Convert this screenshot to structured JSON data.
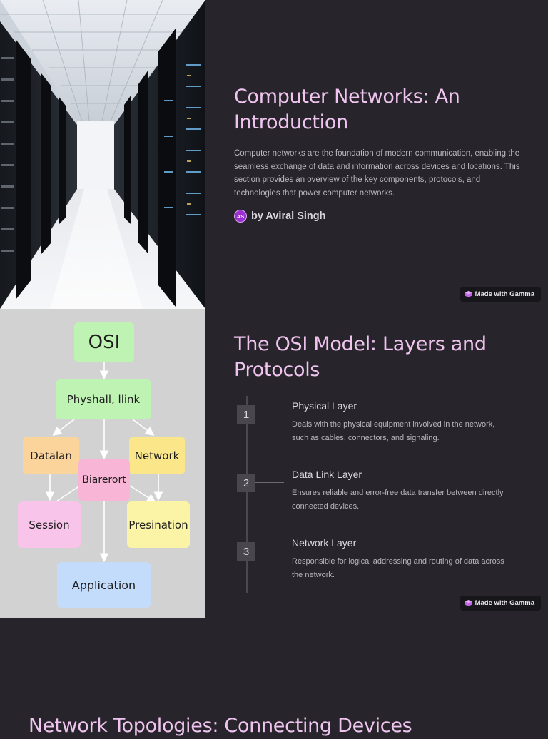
{
  "slide1": {
    "title": "Computer Networks: An Introduction",
    "intro": "Computer networks are the foundation of modern communication, enabling the seamless exchange of data and information across devices and locations. This section provides an overview of the key components, protocols, and technologies that power computer networks.",
    "author_initials": "AS",
    "author": "by Aviral Singh",
    "badge": "Made with Gamma"
  },
  "slide2": {
    "title": "The OSI Model: Layers and Protocols",
    "diagram": {
      "top": "OSI",
      "second": "Physhall, llink",
      "left1": "Datalan",
      "right1": "Network",
      "center": "Biarerort",
      "left2": "Session",
      "right2": "Presination",
      "bottom": "Application"
    },
    "steps": [
      {
        "num": "1",
        "title": "Physical Layer",
        "desc": "Deals with the physical equipment involved in the network, such as cables, connectors, and signaling."
      },
      {
        "num": "2",
        "title": "Data Link Layer",
        "desc": "Ensures reliable and error-free data transfer between directly connected devices."
      },
      {
        "num": "3",
        "title": "Network Layer",
        "desc": "Responsible for logical addressing and routing of data across the network."
      }
    ],
    "badge": "Made with Gamma"
  },
  "slide3": {
    "title": "Network Topologies: Connecting Devices"
  },
  "colors": {
    "background": "#27252b",
    "title": "#efc4ef",
    "avatar": "#9b2fd0"
  },
  "icons": [
    "gamma-logo-icon"
  ]
}
